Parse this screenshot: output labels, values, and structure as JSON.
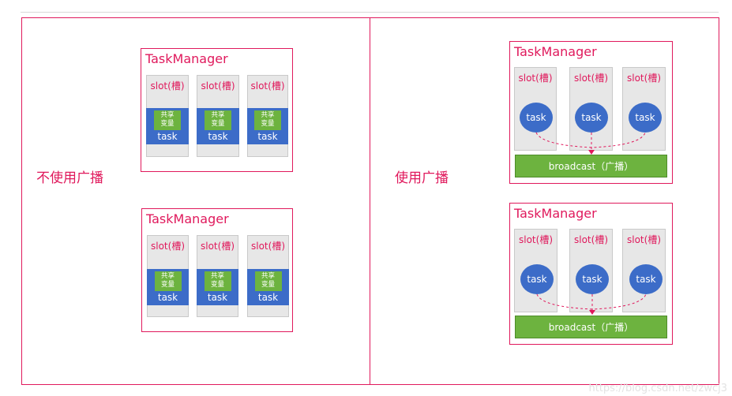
{
  "left": {
    "label": "不使用广播"
  },
  "right": {
    "label": "使用广播"
  },
  "taskmanager_title": "TaskManager",
  "slot_label": "slot(槽)",
  "shared_line1": "共享",
  "shared_line2": "变量",
  "task_label": "task",
  "broadcast_label": "broadcast（广播）",
  "watermark": "https://blog.csdn.net/zwcj3",
  "colors": {
    "accent": "#e0195c",
    "task_blue": "#3c6cc8",
    "green": "#6db33f",
    "slot_gray": "#e7e7e7"
  }
}
